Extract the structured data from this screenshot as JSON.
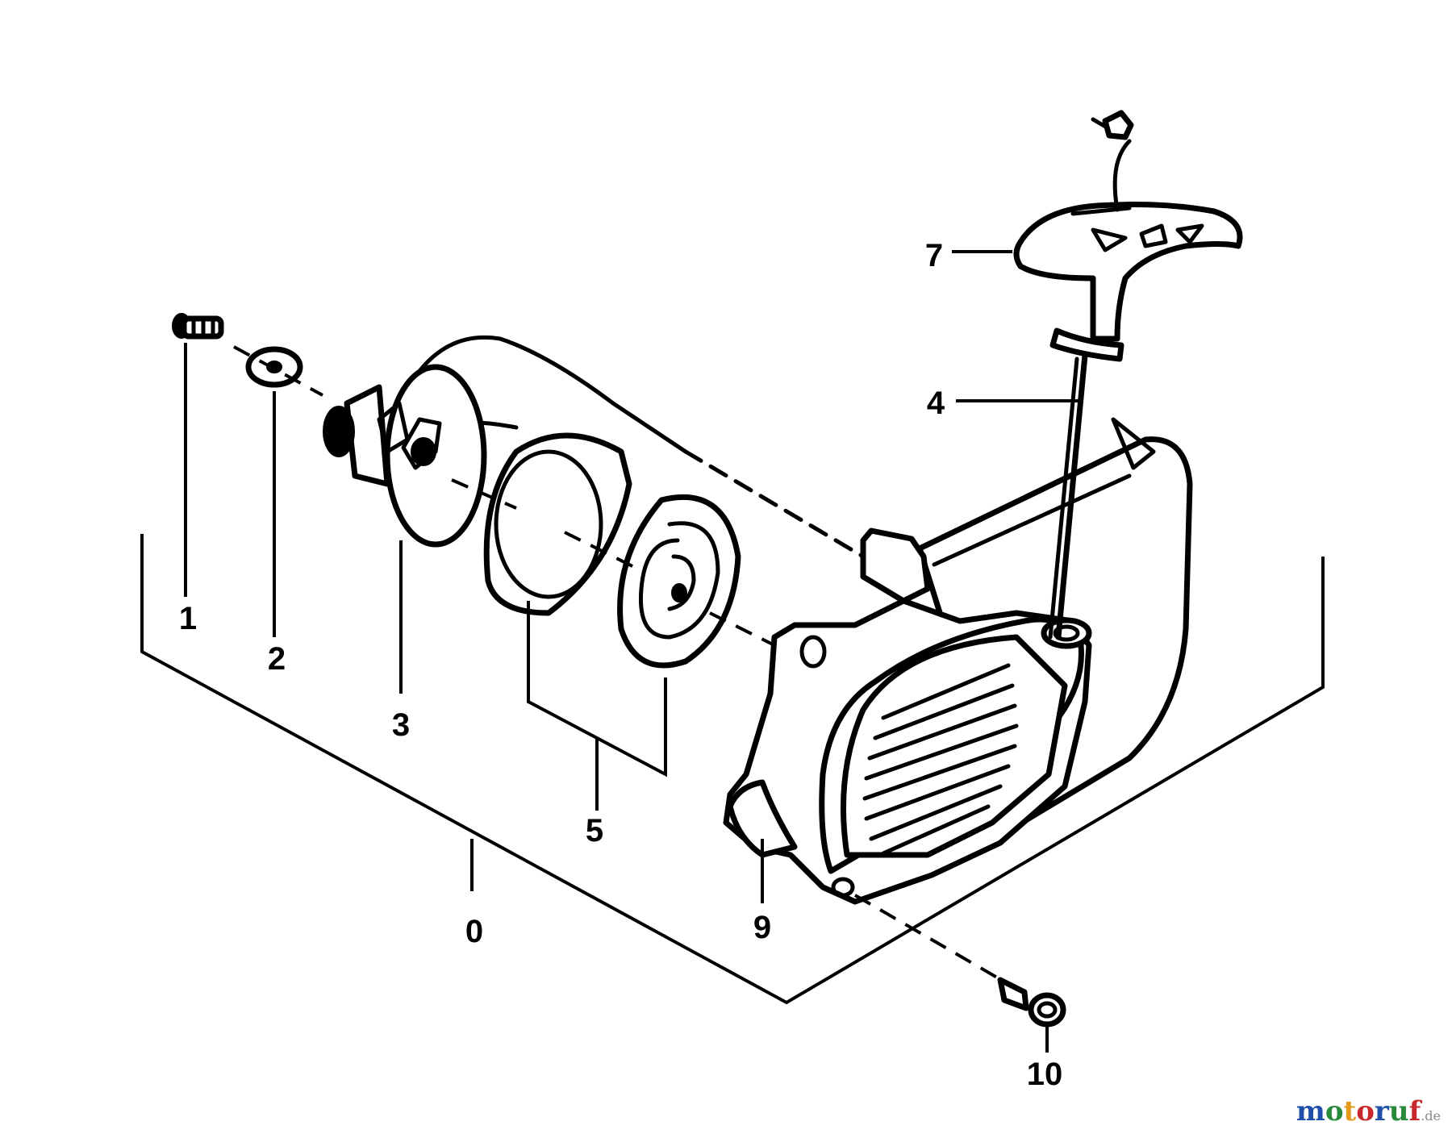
{
  "callouts": {
    "c0": "0",
    "c1": "1",
    "c2": "2",
    "c3": "3",
    "c4": "4",
    "c5": "5",
    "c7": "7",
    "c9": "9",
    "c10": "10"
  },
  "brand": {
    "text": "motoruf",
    "suffix": ".de",
    "colors": [
      "#1f4fa8",
      "#2a8a3c",
      "#e39a1b",
      "#c6282b",
      "#1f4fa8",
      "#2a8a3c",
      "#c6282b"
    ]
  }
}
